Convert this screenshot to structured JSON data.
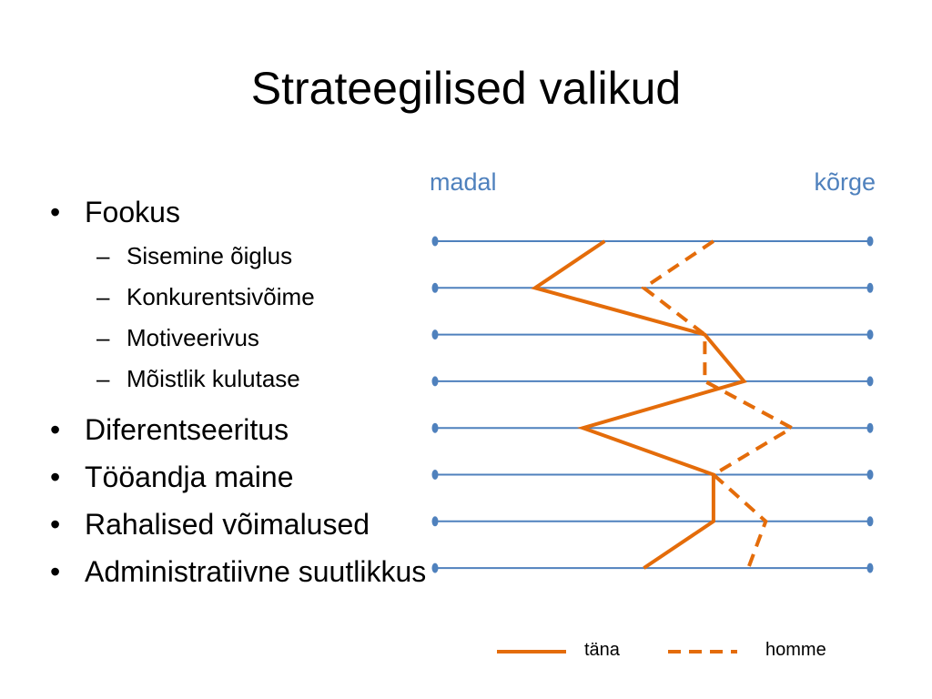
{
  "slide": {
    "title": "Strateegilised valikud"
  },
  "bullets": [
    {
      "text": "Fookus",
      "children": [
        "Sisemine õiglus",
        "Konkurentsivõime",
        "Motiveerivus",
        "Mõistlik kulutase"
      ]
    },
    {
      "text": "Diferentseeritus",
      "children": []
    },
    {
      "text": "Tööandja maine",
      "children": []
    },
    {
      "text": "Rahalised võimalused",
      "children": []
    },
    {
      "text": "Administratiivne suutlikkus",
      "children": []
    }
  ],
  "scale": {
    "low_label": "madal",
    "high_label": "kõrge",
    "min": 0,
    "max": 1
  },
  "profiles": {
    "today": {
      "label": "täna",
      "color": "#e46c0a",
      "levels": [
        0.39,
        0.23,
        0.62,
        0.71,
        0.34,
        0.64,
        0.64,
        0.48
      ]
    },
    "tomorrow": {
      "label": "homme",
      "color": "#e46c0a",
      "levels": [
        0.64,
        0.48,
        0.62,
        0.62,
        0.82,
        0.64,
        0.76,
        0.72
      ]
    }
  },
  "colors": {
    "axis_line": "#4f81bd",
    "bullet_mark": "•",
    "sub_mark": "–"
  }
}
